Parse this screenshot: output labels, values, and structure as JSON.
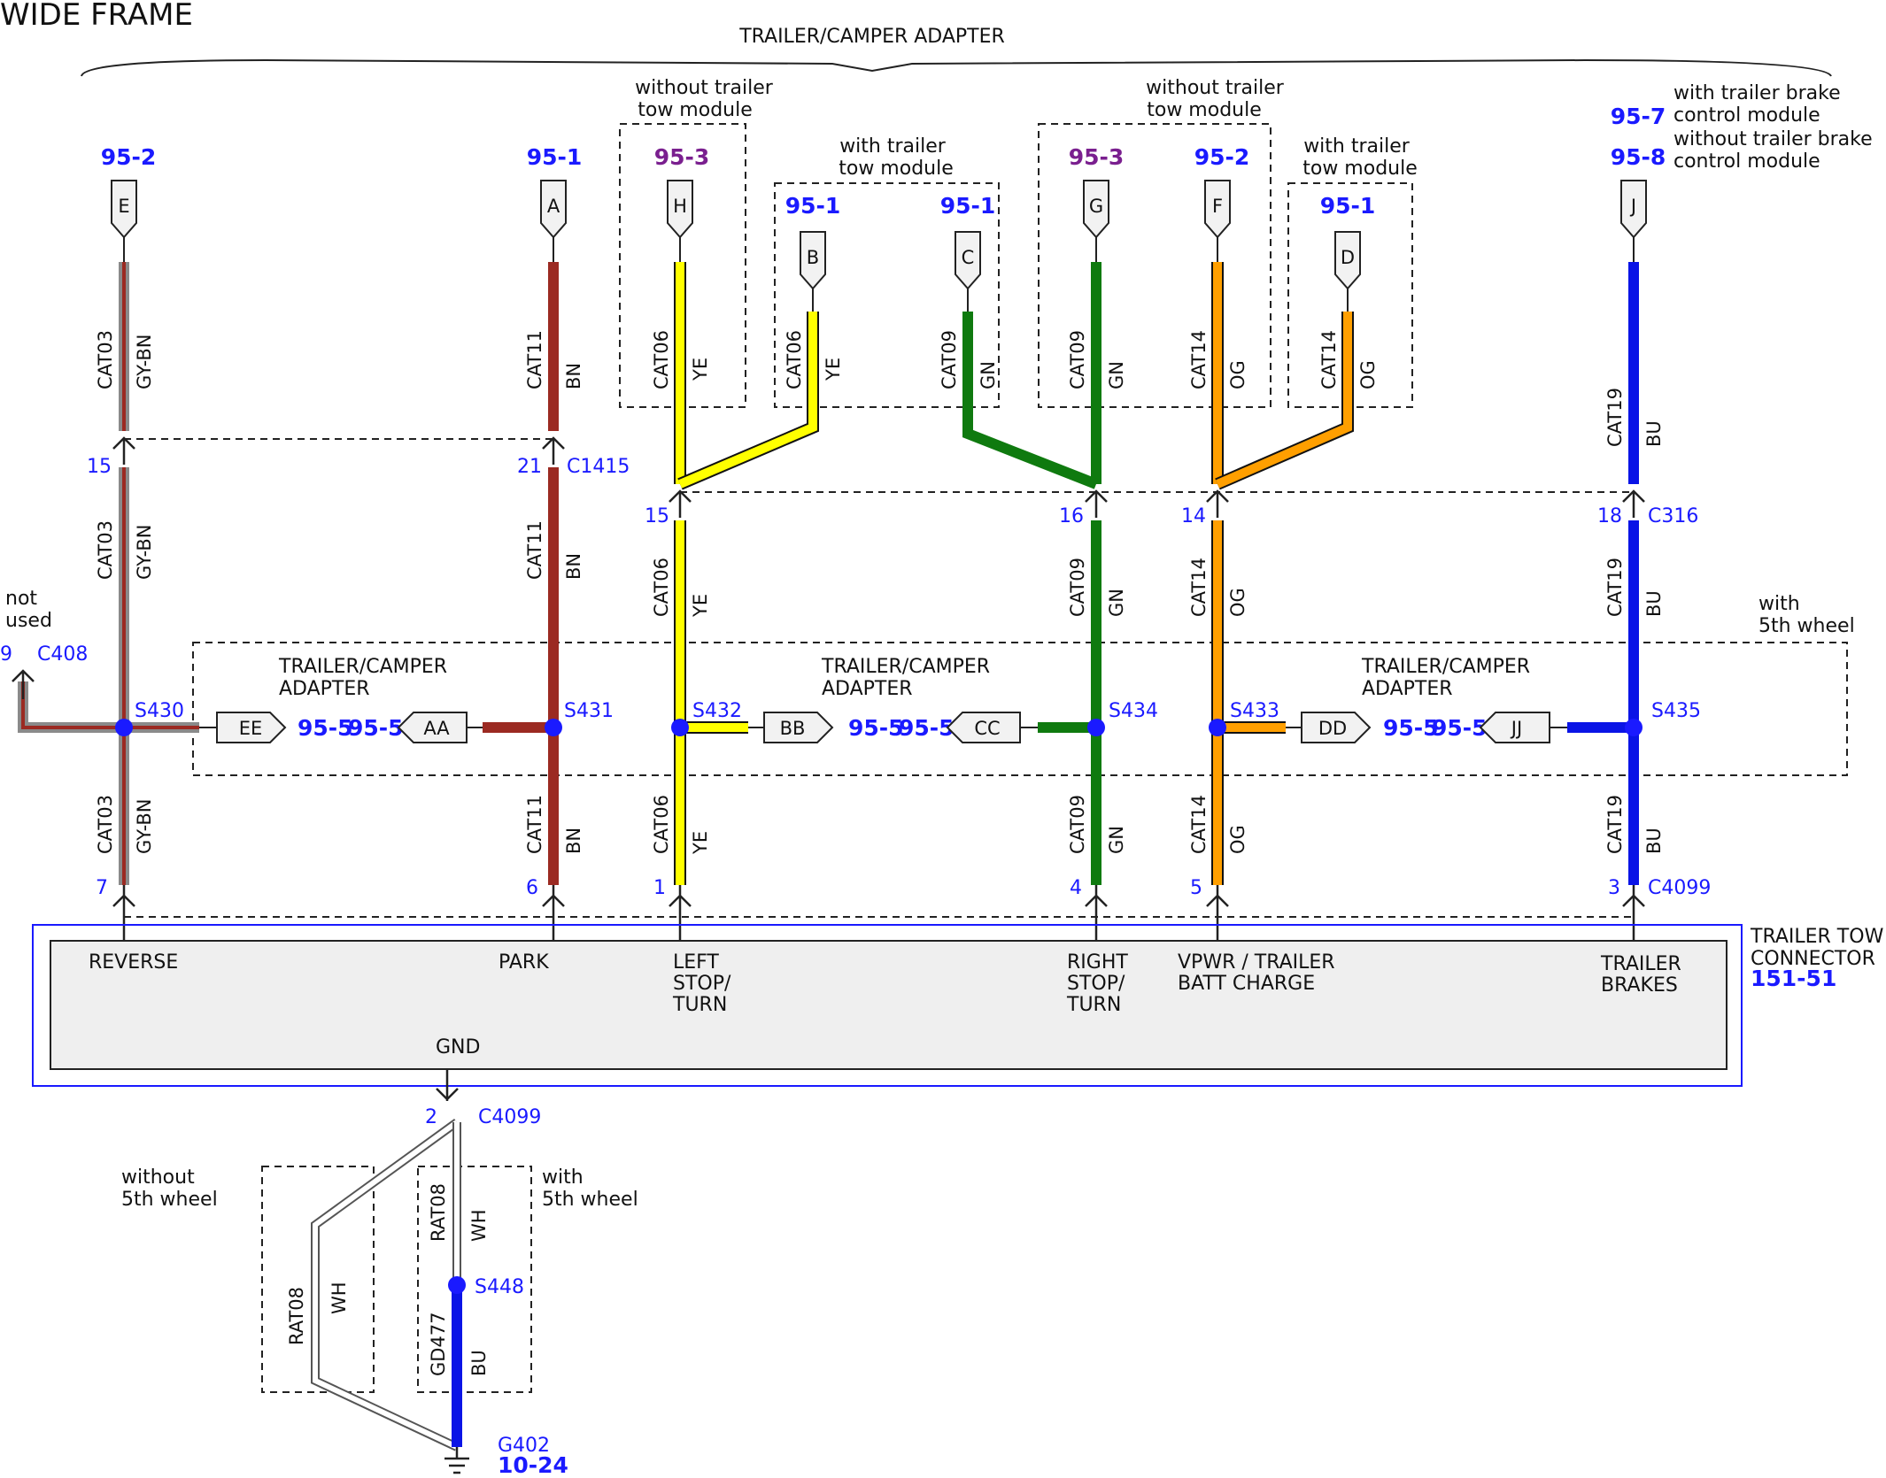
{
  "title": "WIDE FRAME",
  "adapter_header": "TRAILER/CAMPER ADAPTER",
  "colors": {
    "BN": "#9b2a22",
    "YE": "#ffff00",
    "GN": "#0f7a0f",
    "OG": "#ff9f00",
    "BU": "#0a14e6",
    "GY": "#8a8a8a",
    "splice": "#1a1aff",
    "ref_blue": "#1a1aff",
    "ref_purple": "#7a1f8f"
  },
  "groups": {
    "without_tow_1": [
      "without trailer",
      "tow module"
    ],
    "with_tow_1": [
      "with trailer",
      "tow module"
    ],
    "without_tow_2": [
      "without trailer",
      "tow module"
    ],
    "with_tow_2": [
      "with trailer",
      "tow module"
    ],
    "with_brake": [
      "with trailer brake",
      "control module"
    ],
    "without_brake": [
      "without trailer brake",
      "control module"
    ],
    "with_5th": [
      "with",
      "5th wheel"
    ],
    "without_5th_ground": [
      "without",
      "5th wheel"
    ],
    "with_5th_ground": [
      "with",
      "5th wheel"
    ],
    "not_used": [
      "not",
      "used"
    ]
  },
  "top_connectors": [
    {
      "ref": "95-2",
      "letter": "E"
    },
    {
      "ref": "95-1",
      "letter": "A"
    },
    {
      "ref": "95-3",
      "letter": "H"
    },
    {
      "ref": "95-1",
      "letter": "B"
    },
    {
      "ref": "95-1",
      "letter": "C"
    },
    {
      "ref": "95-3",
      "letter": "G"
    },
    {
      "ref": "95-2",
      "letter": "F"
    },
    {
      "ref": "95-1",
      "letter": "D"
    },
    {
      "ref_a": "95-7",
      "ref_b": "95-8",
      "letter": "J"
    }
  ],
  "wires": {
    "gybn": {
      "circuit": "CAT03",
      "color": "GY-BN"
    },
    "bn": {
      "circuit": "CAT11",
      "color": "BN"
    },
    "ye": {
      "circuit": "CAT06",
      "color": "YE"
    },
    "gn": {
      "circuit": "CAT09",
      "color": "GN"
    },
    "og": {
      "circuit": "CAT14",
      "color": "OG"
    },
    "bu": {
      "circuit": "CAT19",
      "color": "BU"
    },
    "gnd_wh": {
      "circuit": "RAT08",
      "color": "WH"
    },
    "gnd_bu": {
      "circuit": "GD477",
      "color": "BU"
    }
  },
  "connector_c1415": {
    "name": "C1415",
    "pins": [
      "15",
      "21"
    ]
  },
  "connector_c316": {
    "name": "C316",
    "pins": [
      "15",
      "16",
      "14",
      "18"
    ]
  },
  "connector_c408": {
    "name": "C408",
    "pin": "9"
  },
  "splices": [
    "S430",
    "S431",
    "S432",
    "S434",
    "S433",
    "S435",
    "S448"
  ],
  "adapter_plugs": [
    {
      "id": "EE",
      "ref": "95-5"
    },
    {
      "id": "AA",
      "ref": "95-5"
    },
    {
      "id": "BB",
      "ref": "95-5"
    },
    {
      "id": "CC",
      "ref": "95-5"
    },
    {
      "id": "DD",
      "ref": "95-5"
    },
    {
      "id": "JJ",
      "ref": "95-5"
    }
  ],
  "adapter_label": [
    "TRAILER/CAMPER",
    "ADAPTER"
  ],
  "connector_c4099": {
    "name": "C4099",
    "pins": [
      "7",
      "6",
      "1",
      "4",
      "5",
      "3"
    ],
    "gnd_pin": "2"
  },
  "trailer_tow_connector": {
    "name": [
      "TRAILER TOW",
      "CONNECTOR"
    ],
    "ref": "151-51",
    "pins": [
      [
        "REVERSE"
      ],
      [
        "PARK"
      ],
      [
        "LEFT",
        "STOP/",
        "TURN"
      ],
      [
        "RIGHT",
        "STOP/",
        "TURN"
      ],
      [
        "VPWR / TRAILER",
        "BATT CHARGE"
      ],
      [
        "TRAILER",
        "BRAKES"
      ]
    ],
    "gnd": "GND"
  },
  "ground": {
    "name": "G402",
    "ref": "10-24"
  }
}
